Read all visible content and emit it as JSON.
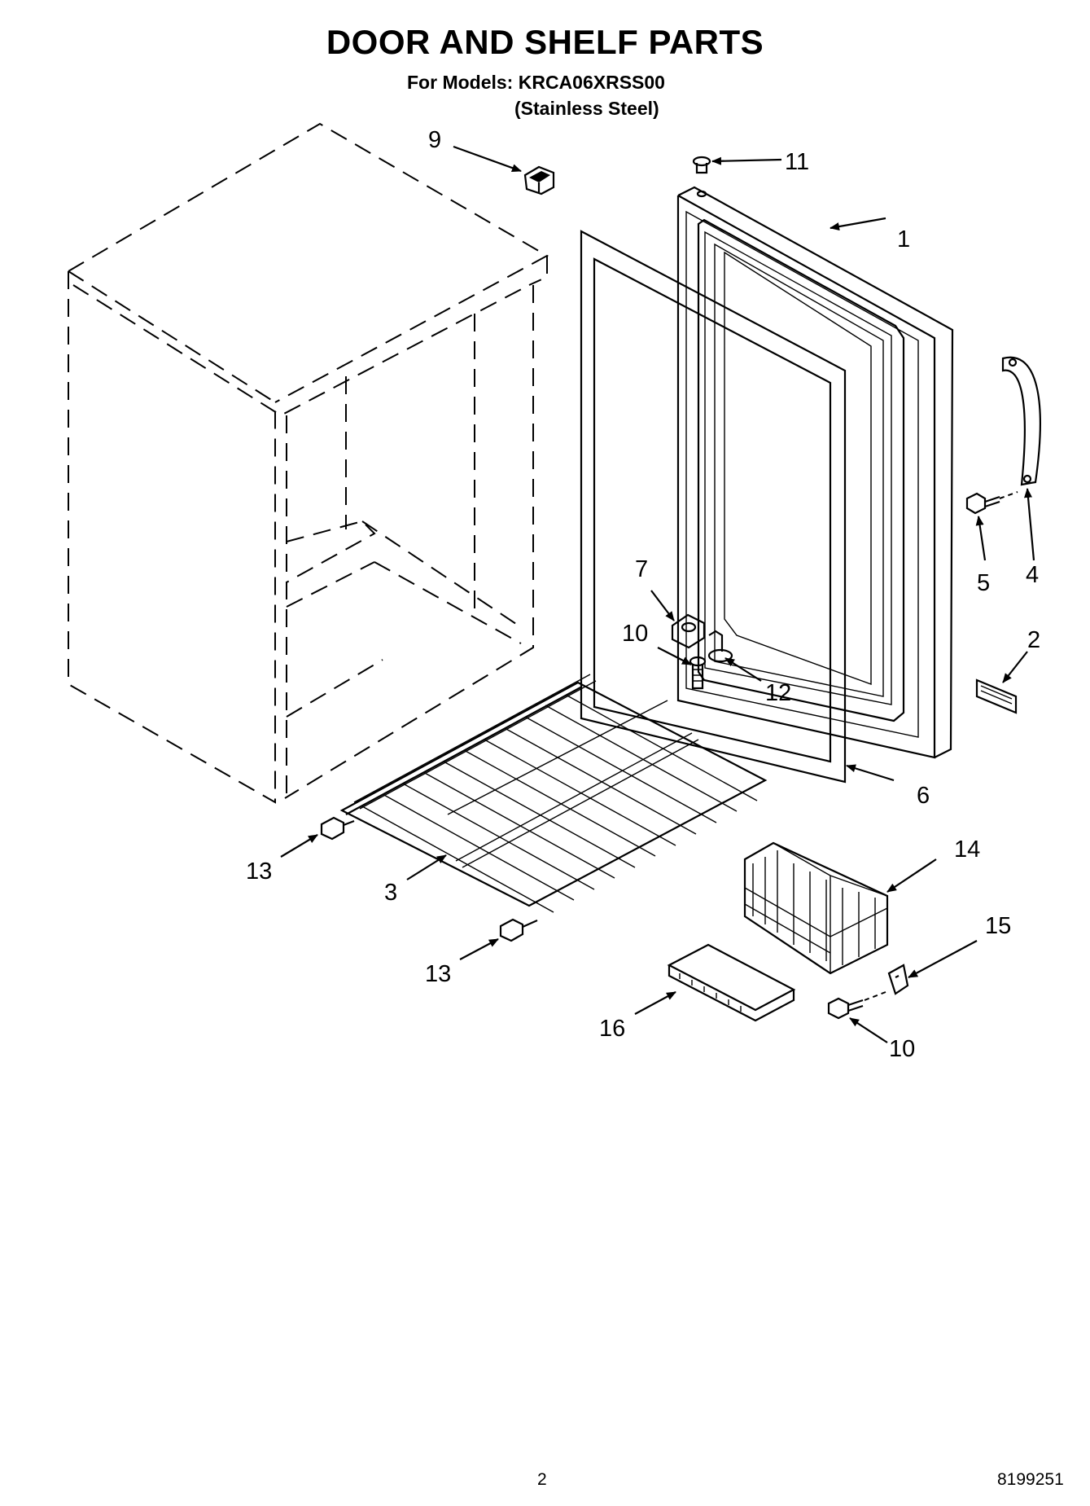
{
  "header": {
    "title": "DOOR AND SHELF PARTS",
    "models_line": "For Models: KRCA06XRSS00",
    "variant_line": "(Stainless Steel)"
  },
  "callouts": {
    "c1": "1",
    "c2": "2",
    "c3": "3",
    "c4": "4",
    "c5": "5",
    "c6": "6",
    "c7": "7",
    "c9": "9",
    "c10a": "10",
    "c10b": "10",
    "c11": "11",
    "c12": "12",
    "c13a": "13",
    "c13b": "13",
    "c14": "14",
    "c15": "15",
    "c16": "16"
  },
  "footer": {
    "page_number": "2",
    "document_number": "8199251"
  }
}
